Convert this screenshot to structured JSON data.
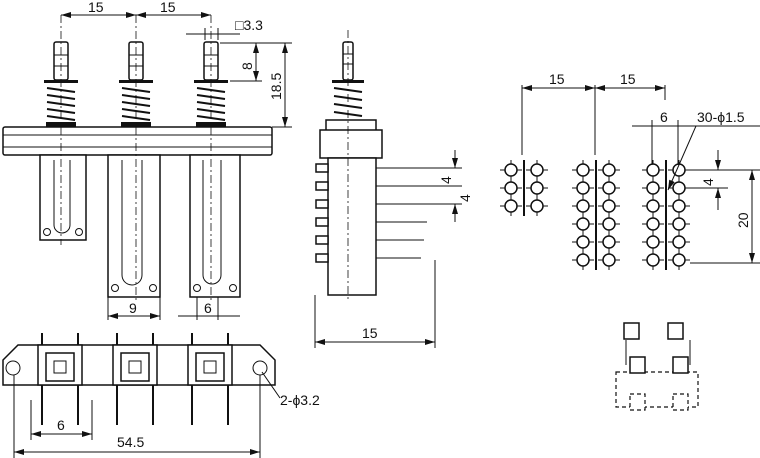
{
  "front_view": {
    "pitch_1": "15",
    "pitch_2": "15",
    "stem_square": "□3.3",
    "stem_height": "8",
    "total_height": "18.5",
    "terminal_width_9": "9",
    "terminal_width_6": "6"
  },
  "side_view": {
    "pin_pitch_a": "4",
    "pin_pitch_b": "4",
    "depth": "15"
  },
  "pcb_layout": {
    "pitch_1": "15",
    "pitch_2": "15",
    "row_spacing": "6",
    "holes": "30-ϕ1.5",
    "hole_pitch": "4",
    "span": "20"
  },
  "bottom_view": {
    "pin_spacing": "6",
    "overall_length": "54.5",
    "mount_holes": "2-ϕ3.2"
  }
}
